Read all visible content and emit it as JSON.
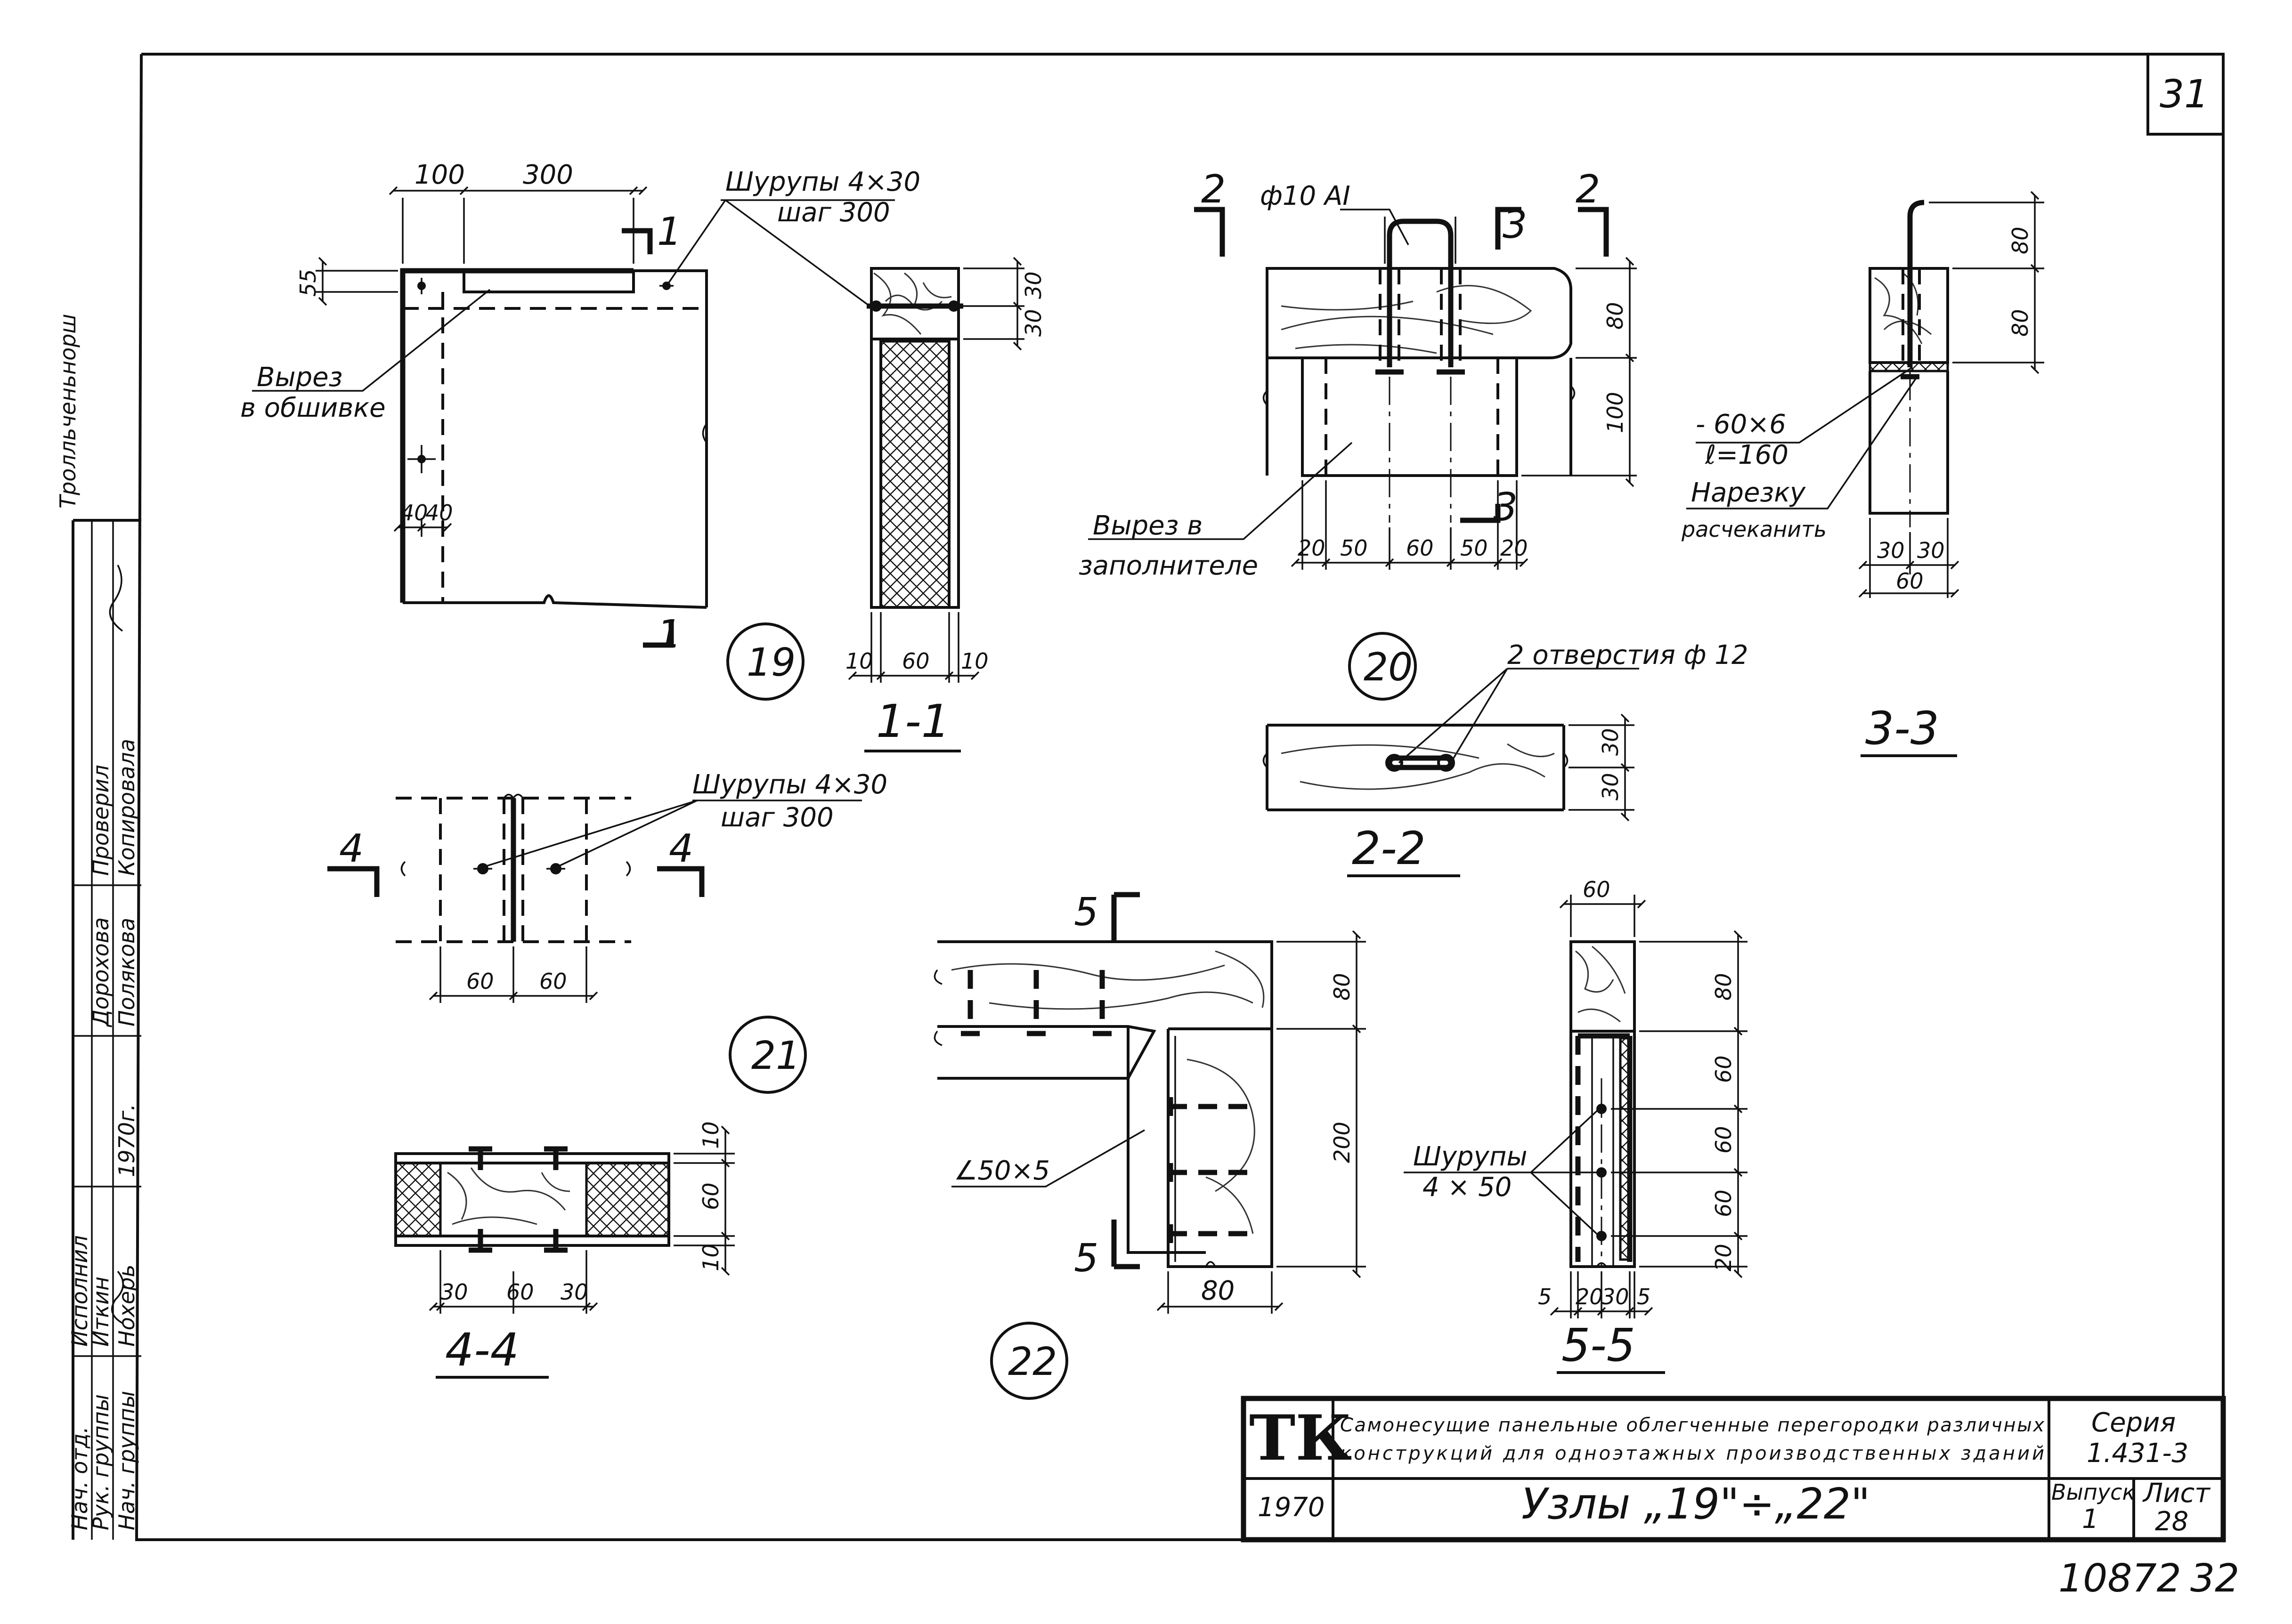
{
  "sheet": {
    "page_number": "31",
    "bottom_numbers": [
      "10872",
      "32"
    ]
  },
  "title_block": {
    "logo": "ТК",
    "project_title_line1": "Самонесущие панельные облегченные перегородки различных",
    "project_title_line2": "конструкций для одноэтажных производственных зданий",
    "year": "1970",
    "sheet_title": "Узлы „19\"÷„22\"",
    "series_label": "Серия",
    "series_value": "1.431-3",
    "issue_label": "Выпуск",
    "issue_value": "1",
    "sheet_label": "Лист",
    "sheet_value": "28"
  },
  "side_stamp": {
    "top_text": "Тролльченьнорш",
    "rows": [
      {
        "role": "Нач. отд.",
        "name": "Исполнил",
        "sign": ""
      },
      {
        "role": "Рук. группы",
        "name": "Иткин",
        "sign": "Дорохова"
      },
      {
        "role": "Нач. группы",
        "name": "Нохерь",
        "sign": "Полякова"
      },
      {
        "role": "",
        "name": "1970г.",
        "sign": "Проверил"
      },
      {
        "role": "",
        "name": "",
        "sign": "Копировала"
      }
    ]
  },
  "detail_19": {
    "number": "19",
    "dims_top": [
      "100",
      "300"
    ],
    "dim_left": "55",
    "dims_bottom": [
      "40",
      "40"
    ],
    "cut_marker": "1",
    "label_cut": [
      "Вырез",
      "в обшивке"
    ],
    "label_screws": [
      "Шурупы 4×30",
      "шаг 300"
    ]
  },
  "section_1_1": {
    "title": "1-1",
    "dims_right": [
      "30",
      "30"
    ],
    "dims_bottom": [
      "10",
      "60",
      "10"
    ]
  },
  "detail_20": {
    "number": "20",
    "cut_markers": [
      "2",
      "3",
      "2"
    ],
    "label_rod": "ф10 АI",
    "dims_right": [
      "80",
      "100"
    ],
    "dims_bottom": [
      "20",
      "50",
      "60",
      "50",
      "20"
    ],
    "label_cut": [
      "Вырез в",
      "заполнителе"
    ],
    "label_holes": "2 отверстия ф 12"
  },
  "section_2_2": {
    "title": "2-2",
    "dims_right": [
      "30",
      "30"
    ]
  },
  "section_3_3": {
    "title": "3-3",
    "dims_right": [
      "80",
      "80"
    ],
    "label_plate": [
      "- 60×6",
      "ℓ=160"
    ],
    "label_thread": [
      "Нарезку",
      "расчеканить"
    ],
    "dims_bottom": [
      "30",
      "30",
      "60"
    ]
  },
  "detail_21": {
    "number": "21",
    "cut_marker": "4",
    "label_screws": [
      "Шурупы 4×30",
      "шаг 300"
    ],
    "dims_bottom": [
      "60",
      "60"
    ]
  },
  "section_4_4": {
    "title": "4-4",
    "dims_right": [
      "10",
      "60",
      "10"
    ],
    "dims_bottom": [
      "30",
      "60",
      "30"
    ]
  },
  "detail_22": {
    "number": "22",
    "cut_marker": "5",
    "label_angle": "∠50×5",
    "dims_right": [
      "80",
      "200"
    ],
    "dim_bottom": "80"
  },
  "section_5_5": {
    "title": "5-5",
    "dim_top": "60",
    "dims_right": [
      "80",
      "60",
      "60",
      "60",
      "20"
    ],
    "label_screws": [
      "Шурупы",
      "4 × 50"
    ],
    "dims_bottom": [
      "5",
      "20",
      "30",
      "5"
    ]
  }
}
